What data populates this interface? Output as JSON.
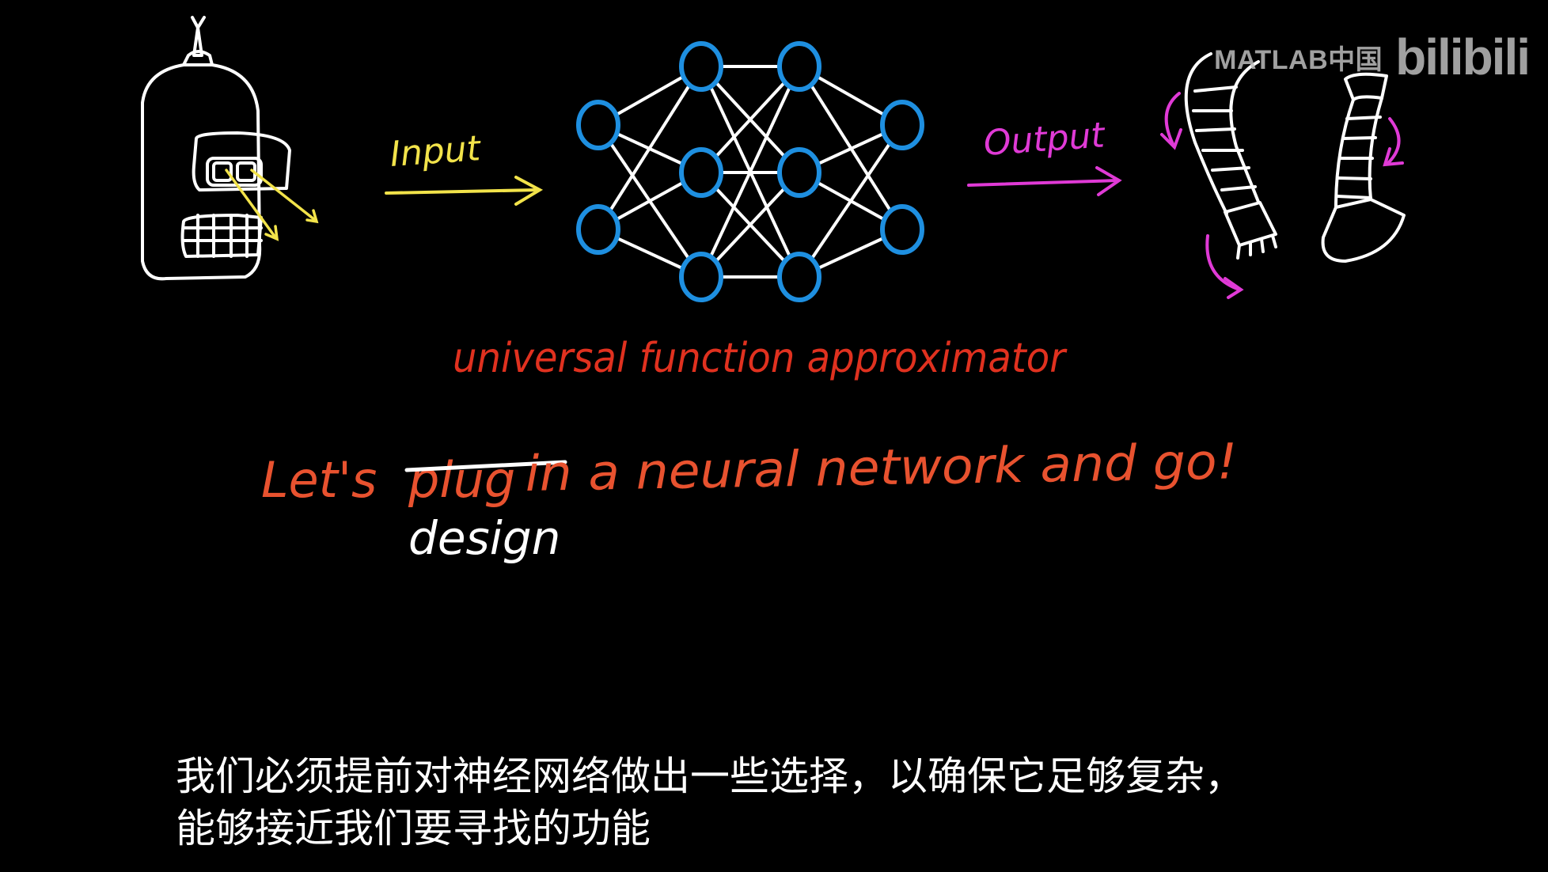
{
  "watermark": {
    "channel": "MATLAB中国",
    "site_logo": "bilibili"
  },
  "diagram": {
    "input_label": "Input",
    "output_label": "Output",
    "caption": "universal function approximator",
    "phrase": {
      "lets": "Let's",
      "struck_word": "plug",
      "replacement_word": "design",
      "rest": "in a neural network and go!"
    }
  },
  "colors": {
    "background": "#000000",
    "input": "#f2e34a",
    "output": "#e03ad6",
    "nodes": "#1e8fe0",
    "caption": "#e0311f",
    "phrase": "#e8522f",
    "chalk": "#ffffff"
  },
  "subtitle": {
    "line1": "我们必须提前对神经网络做出一些选择，以确保它足够复杂，",
    "line2": "能够接近我们要寻找的功能"
  }
}
